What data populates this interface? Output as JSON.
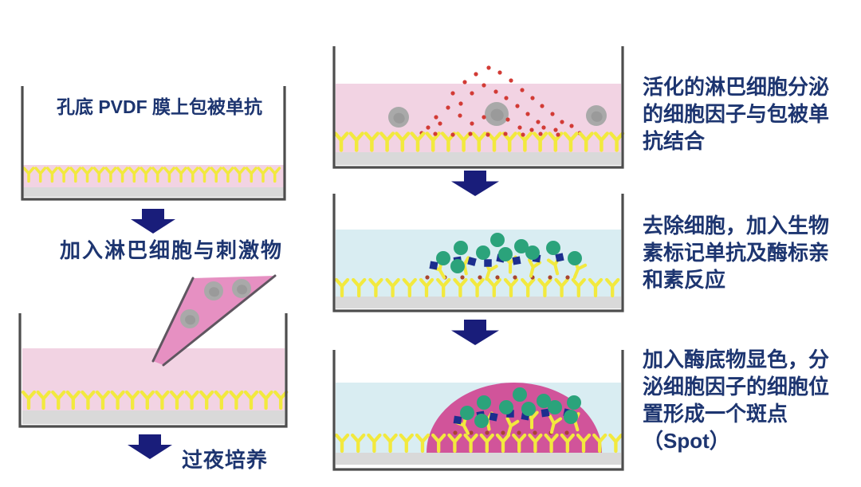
{
  "colors": {
    "navy_text": "#1d3570",
    "navy_arrow": "#191d7a",
    "well_border": "#4d4d4d",
    "membrane_gray": "#d9d9d9",
    "liquid_pink": "#f2d3e3",
    "liquid_blue": "#d9edf2",
    "antibody_yellow": "#f2e93e",
    "cytokine_red": "#d23b35",
    "bound_cytokine_red": "#a9452f",
    "enzyme_green": "#2ba37b",
    "biotin_navy": "#1c2e8e",
    "spot_magenta": "#d1549a",
    "cell_gray": "#a9a9a9",
    "cell_gray_inner": "#9a9a9a",
    "pipette_pink": "#e690c2",
    "pipette_edge": "#5f5660"
  },
  "left_column": {
    "step1_label": "孔底 PVDF 膜上包被单抗",
    "step2_label": "加入淋巴细胞与刺激物",
    "step3_label": "过夜培养"
  },
  "right_column": {
    "step1_lines": [
      "活化的淋巴细胞分泌",
      "的细胞因子与包被单",
      "抗结合"
    ],
    "step2_lines": [
      "去除细胞，加入生物",
      "素标记单抗及酶标亲",
      "和素反应"
    ],
    "step3_lines": [
      "加入酶底物显色，分",
      "泌细胞因子的细胞位",
      "置形成一个斑点",
      "（Spot）"
    ]
  }
}
